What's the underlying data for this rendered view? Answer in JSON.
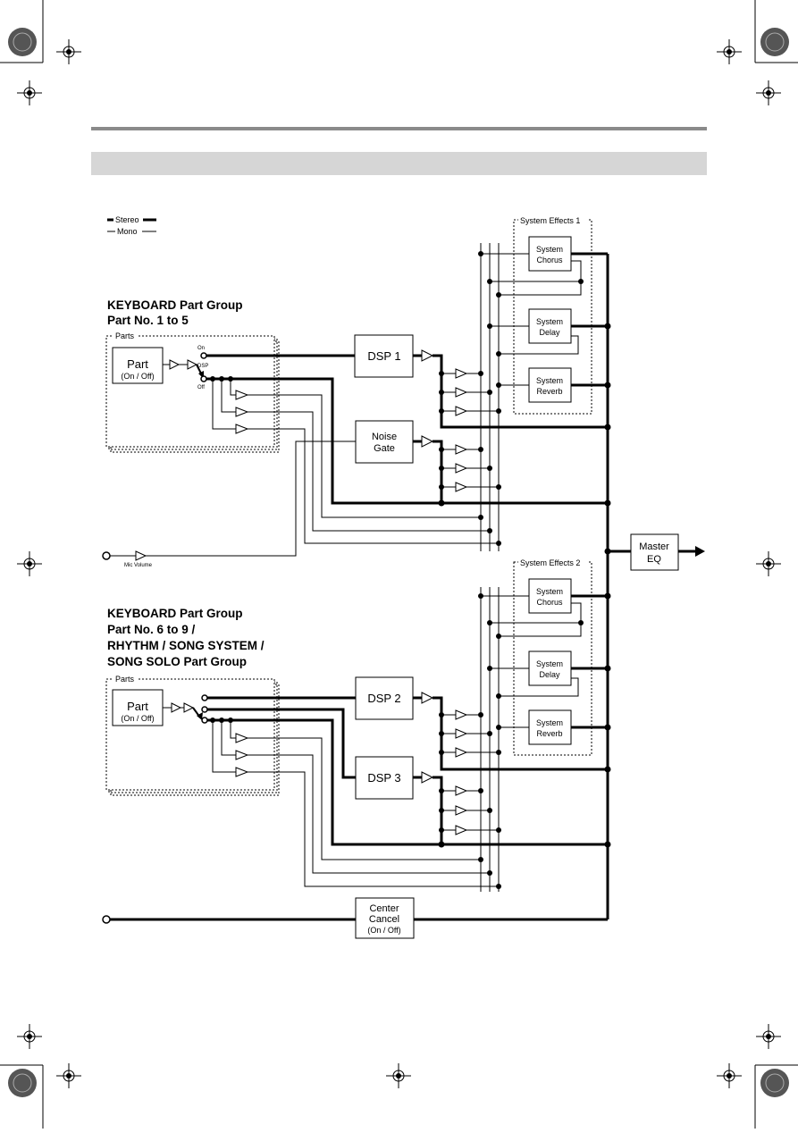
{
  "legend": {
    "stereo": "Stereo",
    "mono": "Mono"
  },
  "system_effects_1": {
    "title": "System Effects 1",
    "chorus": [
      "System",
      "Chorus"
    ],
    "delay": [
      "System",
      "Delay"
    ],
    "reverb": [
      "System",
      "Reverb"
    ]
  },
  "system_effects_2": {
    "title": "System Effects 2",
    "chorus": [
      "System",
      "Chorus"
    ],
    "delay": [
      "System",
      "Delay"
    ],
    "reverb": [
      "System",
      "Reverb"
    ]
  },
  "group1": {
    "title_line1": "KEYBOARD Part Group",
    "title_line2": "Part No. 1 to 5",
    "parts_label": "Parts",
    "part_label": "Part",
    "part_sub": "(On / Off)",
    "switch_on": "On",
    "switch_dsp": "DSP",
    "switch_off": "Off"
  },
  "group2": {
    "title_line1": "KEYBOARD Part Group",
    "title_line2": "Part No. 6 to 9 /",
    "title_line3": "RHYTHM / SONG SYSTEM /",
    "title_line4": "SONG SOLO Part Group",
    "parts_label": "Parts",
    "part_label": "Part",
    "part_sub": "(On / Off)"
  },
  "dsp1": "DSP 1",
  "dsp2": "DSP 2",
  "dsp3": "DSP 3",
  "noise_gate": [
    "Noise",
    "Gate"
  ],
  "mic_volume": "Mic Volume",
  "master_eq": [
    "Master",
    "EQ"
  ],
  "center_cancel": [
    "Center",
    "Cancel",
    "(On / Off)"
  ]
}
